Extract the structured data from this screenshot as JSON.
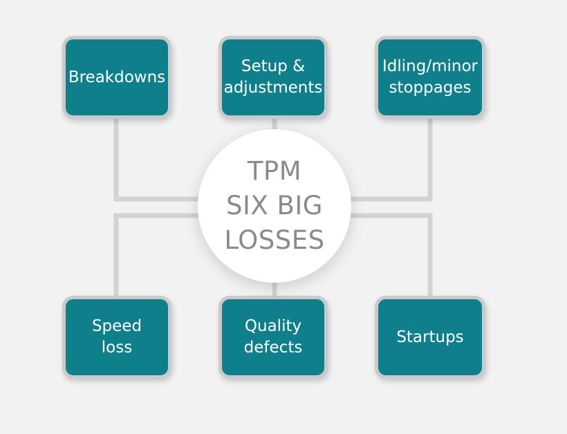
{
  "center": {
    "label": "TPM\nSIX BIG\nLOSSES"
  },
  "boxes": {
    "breakdowns": "Breakdowns",
    "setup": "Setup &\nadjustments",
    "idling": "Idling/minor\nstoppages",
    "speed": "Speed\nloss",
    "quality": "Quality\ndefects",
    "startups": "Startups"
  },
  "colors": {
    "box_fill": "#0f7f8c",
    "box_border": "#c9cacc",
    "connector": "#d2d3d5",
    "center_text": "#8a8a8a",
    "background": "#f2f2f3"
  }
}
